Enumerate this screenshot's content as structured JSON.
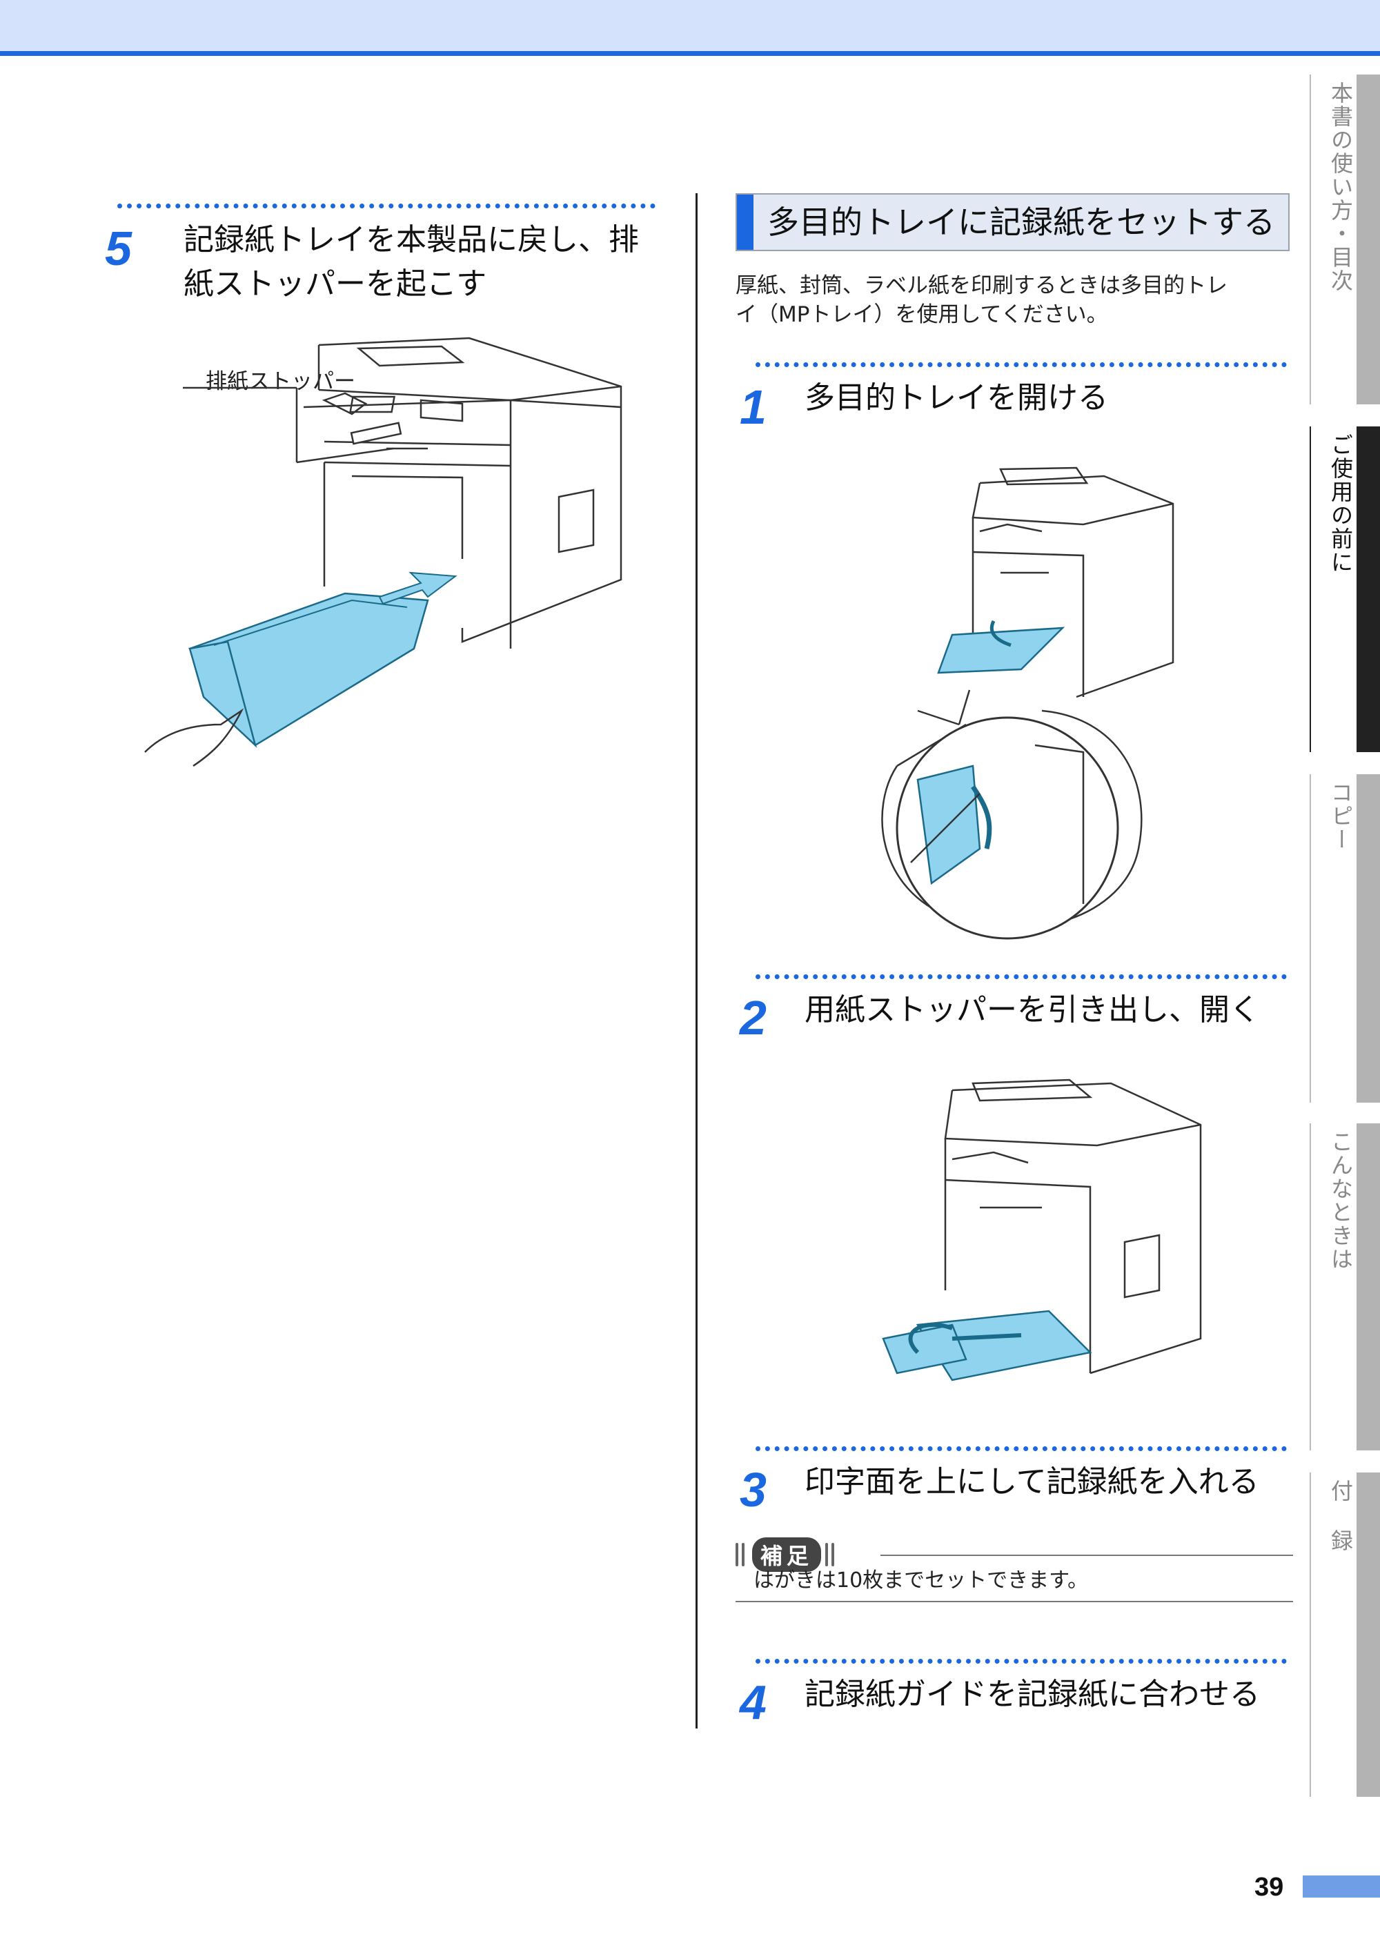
{
  "header": {
    "band_color": "#d4e2fb",
    "rule_color": "#1a67e0"
  },
  "left": {
    "step": {
      "number": "5",
      "title_line1": "記録紙トレイを本製品に戻し、排",
      "title_line2": "紙ストッパーを起こす"
    },
    "callout": "排紙ストッパー"
  },
  "right": {
    "section_title": "多目的トレイに記録紙をセットする",
    "intro_line1": "厚紙、封筒、ラベル紙を印刷するときは多目的トレ",
    "intro_line2": "イ（MPトレイ）を使用してください。",
    "steps": [
      {
        "number": "1",
        "title": "多目的トレイを開ける"
      },
      {
        "number": "2",
        "title": "用紙ストッパーを引き出し、開く"
      },
      {
        "number": "3",
        "title": "印字面を上にして記録紙を入れる"
      },
      {
        "number": "4",
        "title": "記録紙ガイドを記録紙に合わせる"
      }
    ],
    "note": {
      "label": "補足",
      "text": "はがきは10枚までセットできます。"
    }
  },
  "side_tabs": [
    {
      "label": "本書の使い方・目次",
      "active": false
    },
    {
      "label": "ご使用の前に",
      "active": true
    },
    {
      "label": "コピー",
      "active": false
    },
    {
      "label": "こんなときは",
      "active": false
    },
    {
      "label": "付録",
      "active": false
    }
  ],
  "page_number": "39",
  "colors": {
    "accent": "#1a67e0",
    "illustration_fill": "#8fd3ef"
  }
}
